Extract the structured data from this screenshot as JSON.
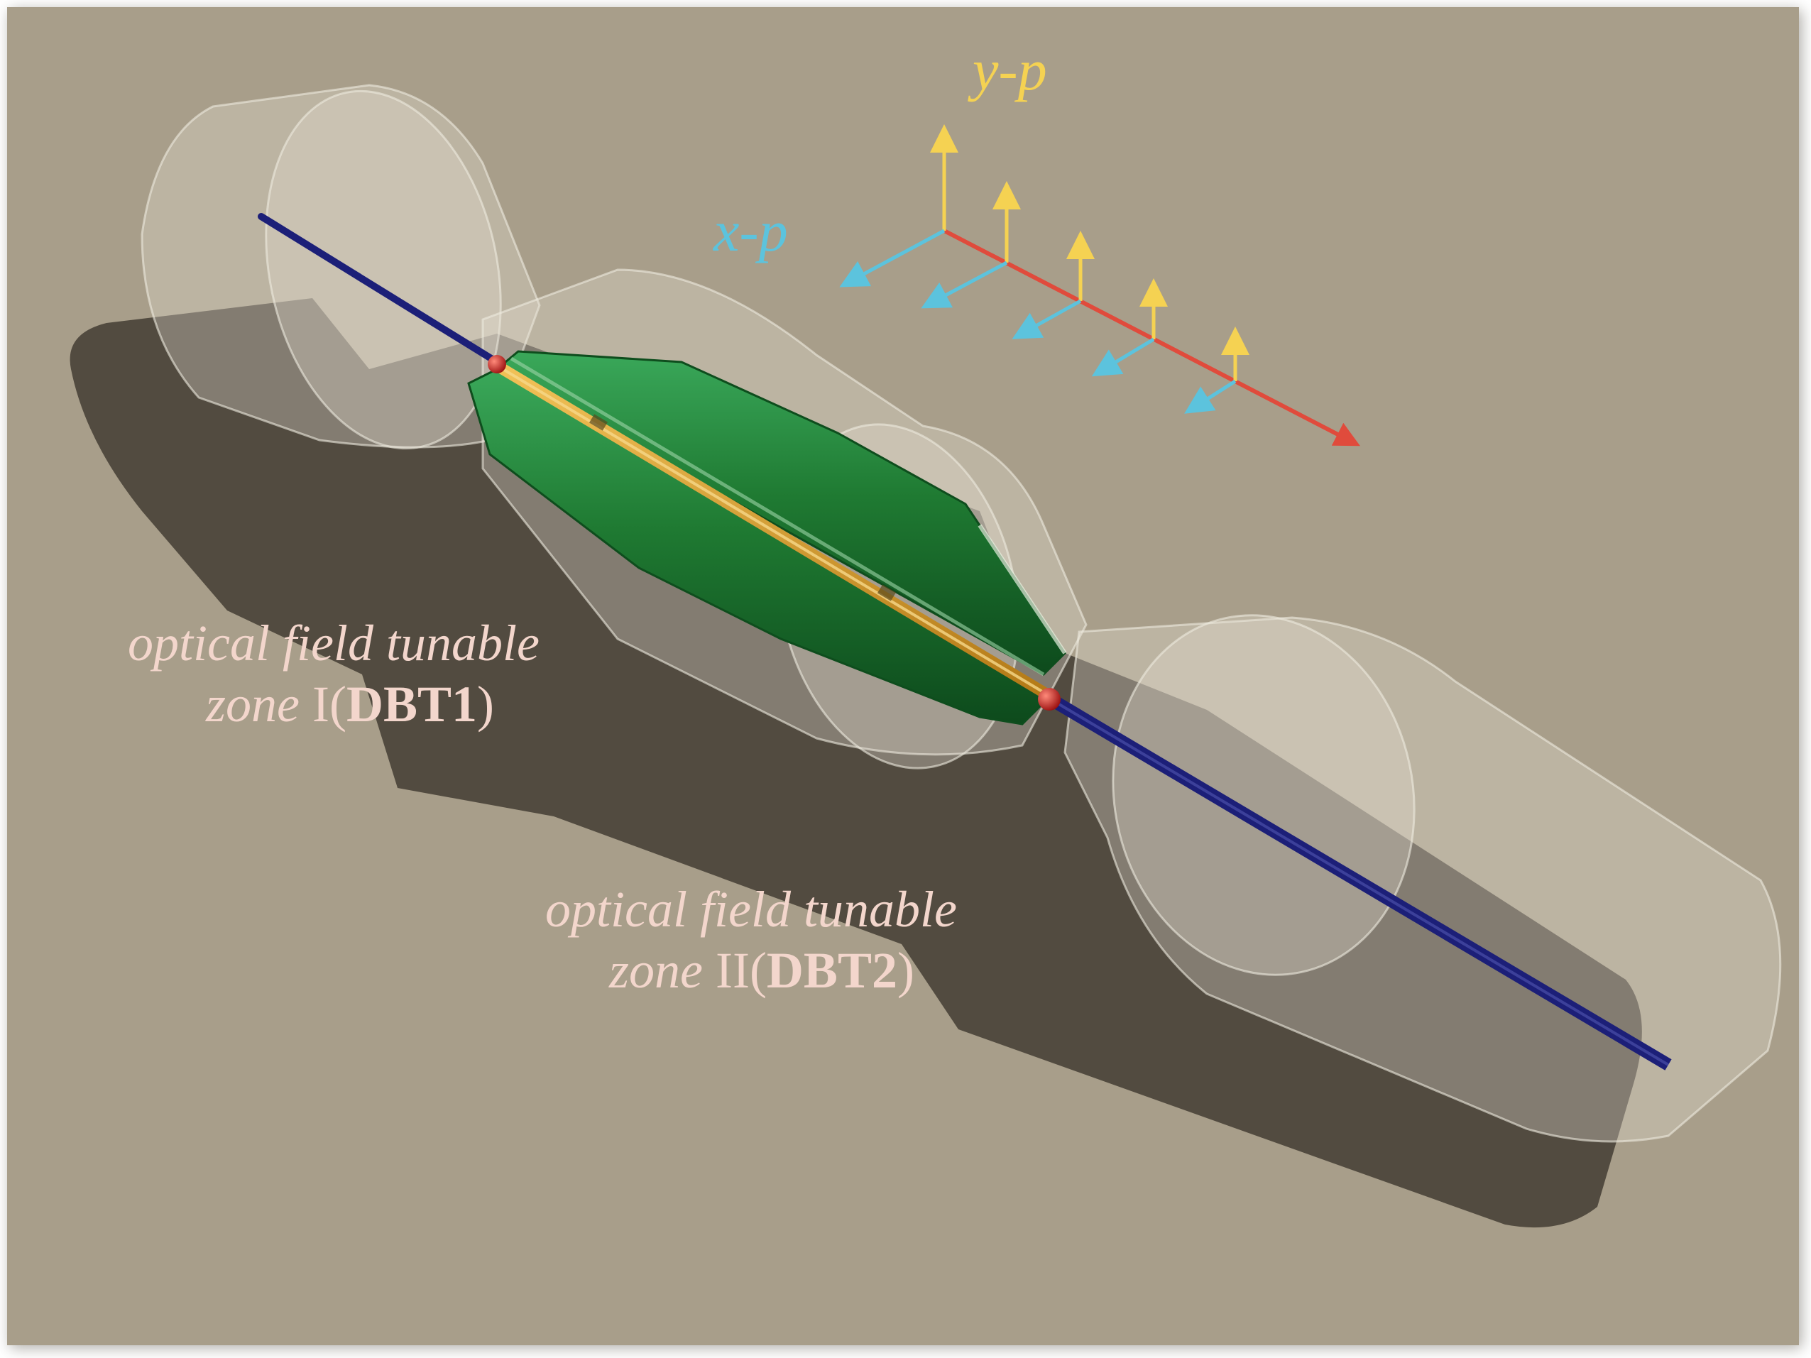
{
  "axes": {
    "y_label": "y-p",
    "x_label": "x-p",
    "colors": {
      "y": "#f5d252",
      "x": "#5cc3dd",
      "z": "#e04b3c"
    }
  },
  "zone1": {
    "line1": "optical field tunable",
    "prefix": "zone",
    "numeral": "I",
    "open": "(",
    "tag": "DBT1",
    "close": ")"
  },
  "zone2": {
    "line1": "optical field tunable",
    "prefix": "zone",
    "numeral": "II",
    "open": "(",
    "tag": "DBT2",
    "close": ")"
  },
  "colors": {
    "background": "#a89e8a",
    "shadow": "#524b40",
    "cylinder": "#d9d4c6",
    "green": "#1f7a32",
    "beam": "#1c1f78",
    "gold": "#d59a2a",
    "marker": "#c81f1f",
    "label": "#f3d6cc"
  }
}
